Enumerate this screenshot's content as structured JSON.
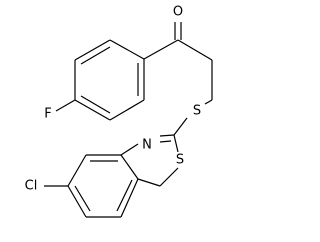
{
  "structure": {
    "atoms": {
      "oxygen": "O",
      "fluorine": "F",
      "sulfur_linker": "S",
      "nitrogen": "N",
      "sulfur_ring": "S",
      "chlorine": "Cl"
    }
  },
  "colors": {
    "bond": "#000000",
    "label": "#000000",
    "background": "#ffffff"
  }
}
